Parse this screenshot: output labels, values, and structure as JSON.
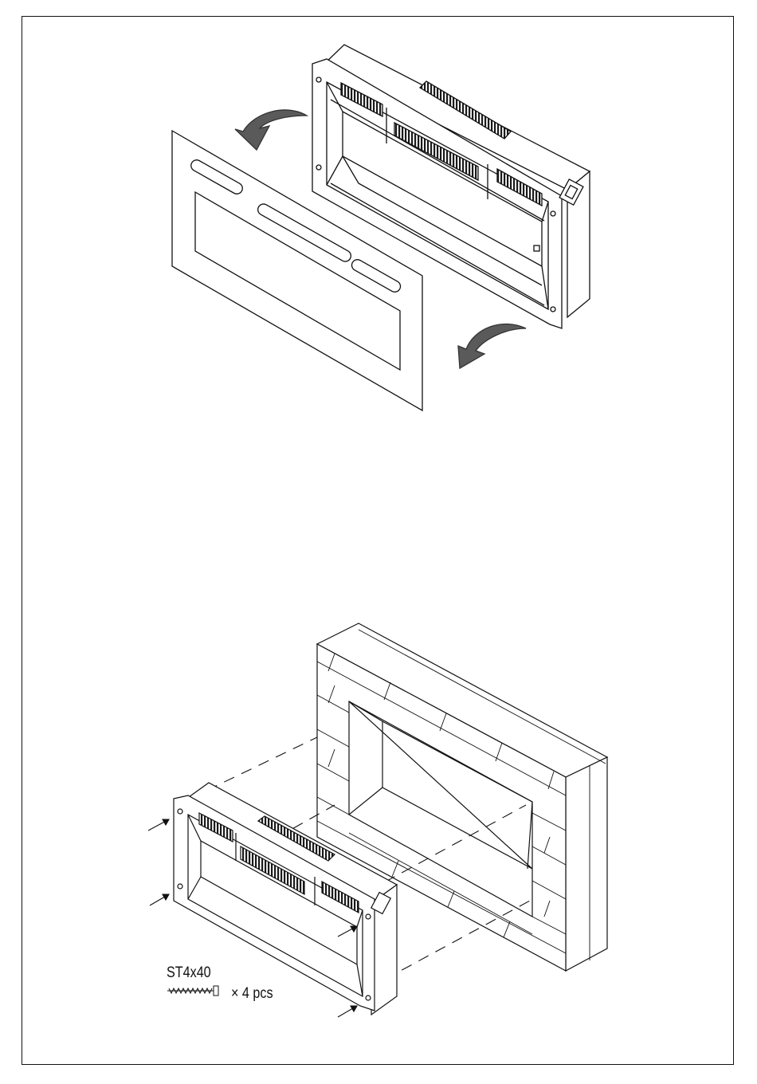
{
  "illustration": {
    "top_step": {
      "description_icon": "remove-front-panel"
    },
    "bottom_step": {
      "hardware": {
        "screw_spec": "ST4x40",
        "quantity": "× 4 pcs",
        "screw_icon": "screw-icon"
      }
    }
  },
  "colors": {
    "line": "#111111",
    "arrow_fill": "#5a5a5a",
    "vent": "#1a1a1a",
    "background": "#ffffff"
  }
}
